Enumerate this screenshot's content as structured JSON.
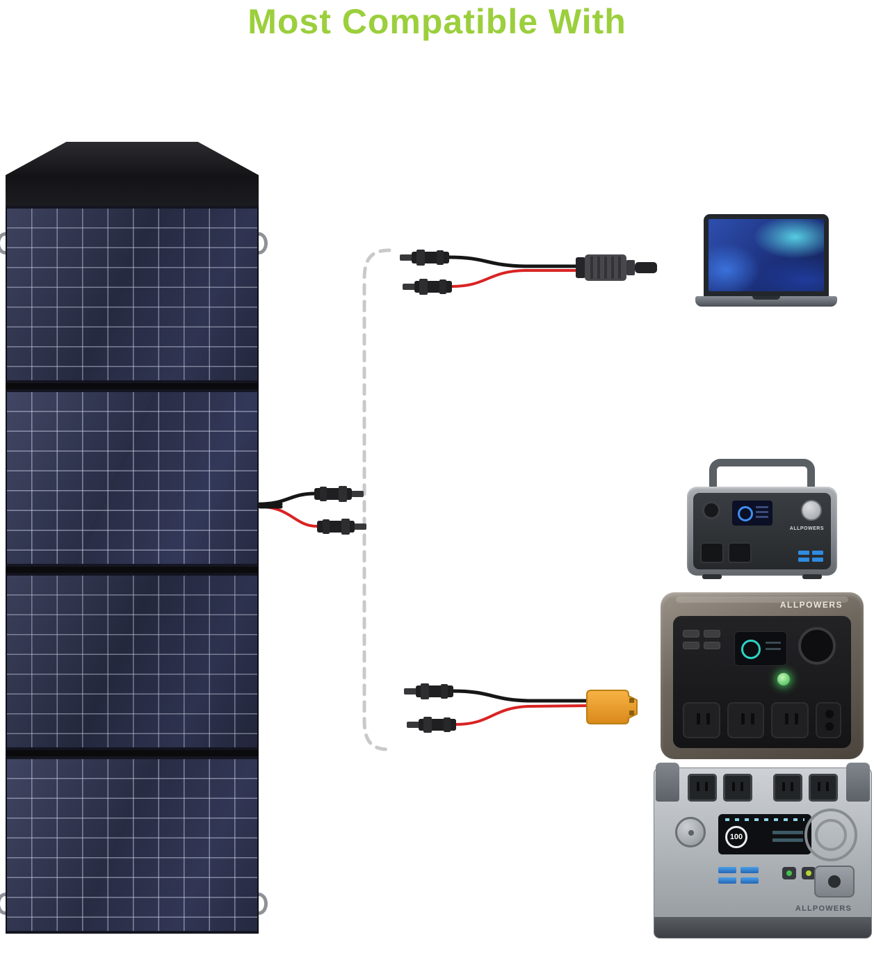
{
  "title": "Most Compatible With",
  "brand": "ALLPOWERS",
  "palette": {
    "title_green": "#9bcf3c",
    "wire_red": "#d92323",
    "wire_black": "#161616",
    "xt60_orange": "#f2a12d",
    "dashed_gray": "#c9c9c9",
    "panel_cell_navy": "#262a40",
    "background": "#ffffff"
  },
  "solar_panel": {
    "type": "foldable-solar-panel",
    "sections": 4
  },
  "cables": {
    "dc_adapter": {
      "left": "mc4-connector-pair",
      "right": "dc-barrel-plug",
      "wire_colors": [
        "black",
        "red"
      ]
    },
    "panel_output": {
      "connectors": "mc4-connector-pair",
      "wire_colors": [
        "black",
        "red"
      ]
    },
    "xt60_adapter": {
      "left": "mc4-connector-pair",
      "right": "xt60-connector",
      "wire_colors": [
        "black",
        "red"
      ]
    }
  },
  "devices": [
    {
      "name": "laptop",
      "brand_label": ""
    },
    {
      "name": "portable-power-station-small",
      "brand_label": "ALLPOWERS"
    },
    {
      "name": "portable-power-station-medium",
      "brand_label": "ALLPOWERS"
    },
    {
      "name": "power-station-large",
      "brand_label": "ALLPOWERS",
      "screen_value": "100"
    }
  ]
}
